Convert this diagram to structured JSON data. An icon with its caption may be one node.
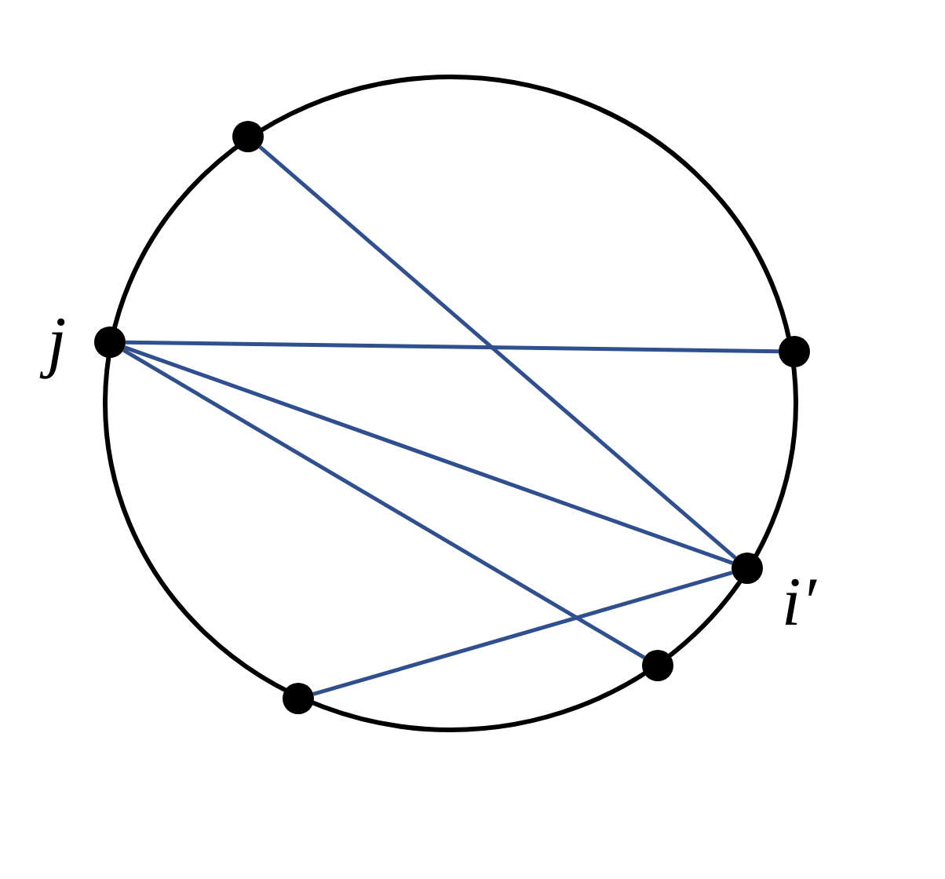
{
  "diagram": {
    "nodes": [
      {
        "text": [],
        "shape": "circle"
      },
      {
        "text": [],
        "shape": "circle",
        "beside": [
          "j"
        ]
      },
      {
        "text": [],
        "shape": "circle"
      },
      {
        "text": [],
        "shape": "circle",
        "beside": [
          "i′"
        ]
      },
      {
        "text": [],
        "shape": "circle"
      },
      {
        "text": [],
        "shape": "circle"
      }
    ],
    "edges": [
      {
        "from": 0,
        "to": 3,
        "arrow": "none"
      },
      {
        "from": 1,
        "to": 2,
        "arrow": "none"
      },
      {
        "from": 1,
        "to": 3,
        "arrow": "none"
      },
      {
        "from": 1,
        "to": 4,
        "arrow": "none"
      },
      {
        "from": 5,
        "to": 3,
        "arrow": "none"
      }
    ]
  }
}
